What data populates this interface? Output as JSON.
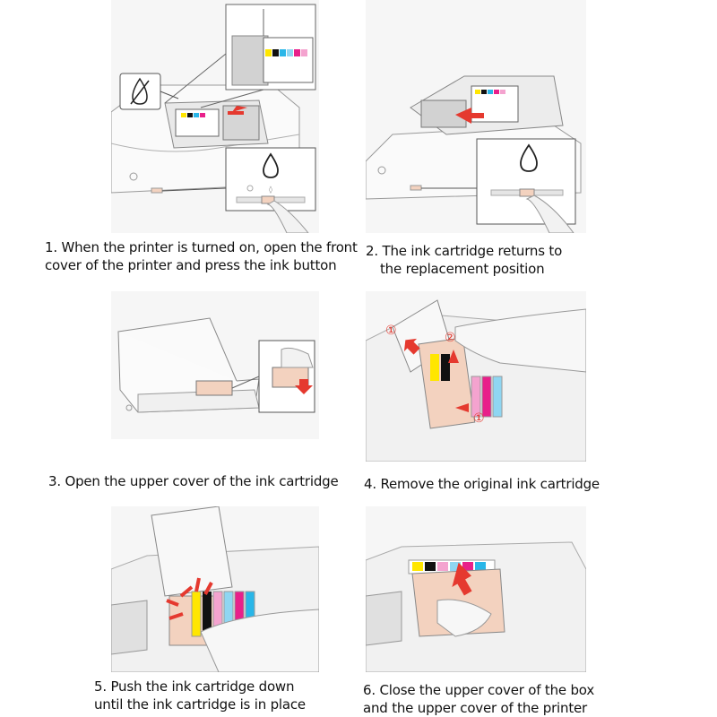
{
  "steps": [
    {
      "id": 1,
      "lines": [
        "1. When the printer is turned on, open the front",
        "cover of the printer and press the ink button"
      ]
    },
    {
      "id": 2,
      "lines": [
        "2. The ink cartridge returns to",
        "the replacement position"
      ]
    },
    {
      "id": 3,
      "lines": [
        "3. Open the upper cover of the ink cartridge"
      ]
    },
    {
      "id": 4,
      "lines": [
        "4. Remove the original ink cartridge"
      ]
    },
    {
      "id": 5,
      "lines": [
        "5. Push the ink cartridge down",
        "until the ink cartridge is in place"
      ]
    },
    {
      "id": 6,
      "lines": [
        "6. Close the upper cover of the box",
        "and the upper cover of the printer"
      ]
    }
  ],
  "callouts": {
    "remove_first": "①",
    "remove_second": "②"
  },
  "colors": {
    "panel_bg": "#f6f6f6",
    "line": "#9a9a9a",
    "arrow": "#e5392f",
    "cartridge_peach": "#f3d2bf",
    "ink_yellow": "#ffe600",
    "ink_black": "#111111",
    "ink_cyan": "#29b6e8",
    "ink_magenta": "#e8208a",
    "ink_light_cyan": "#8fd6f2",
    "ink_light_magenta": "#f4a3cf"
  }
}
